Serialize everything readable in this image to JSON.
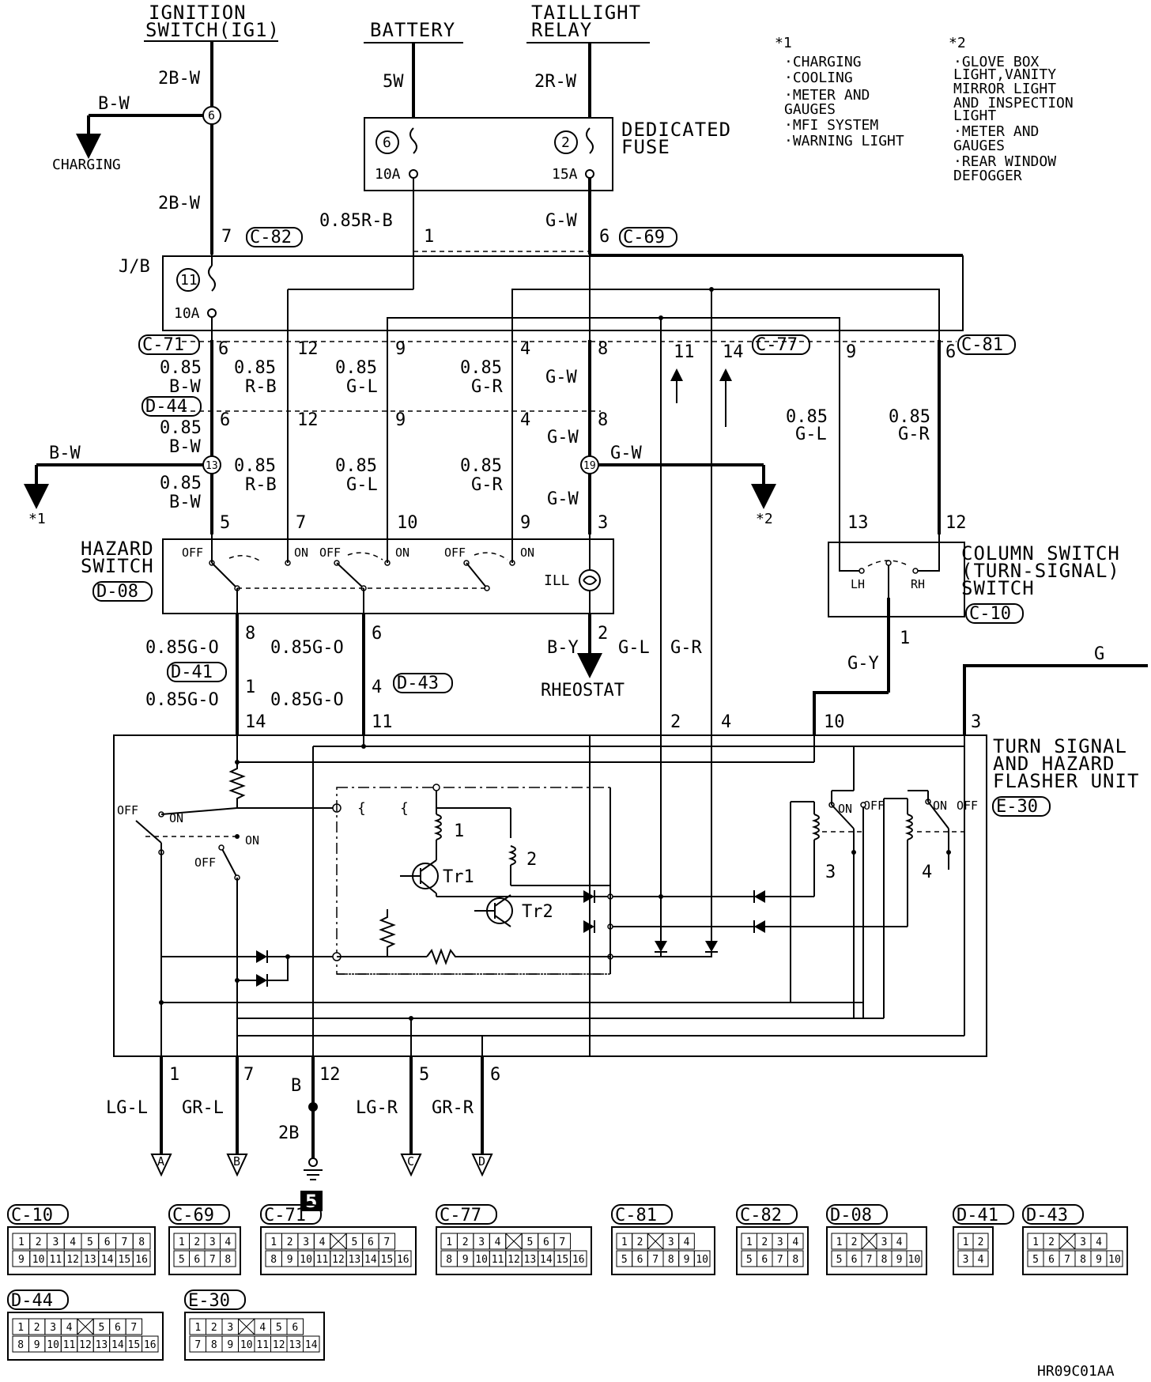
{
  "sources": {
    "ignition": {
      "line1": "IGNITION",
      "line2": "SWITCH(IG1)"
    },
    "battery": "BATTERY",
    "taillight": {
      "line1": "TAILLIGHT",
      "line2": "RELAY"
    }
  },
  "notes": {
    "n1": {
      "mark": "*1",
      "items": [
        "·CHARGING",
        "·COOLING",
        "·METER AND",
        " GAUGES",
        "·MFI SYSTEM",
        "·WARNING LIGHT"
      ]
    },
    "n2": {
      "mark": "*2",
      "items": [
        "·GLOVE BOX",
        " LIGHT,VANITY",
        " MIRROR LIGHT",
        " AND INSPECTION",
        " LIGHT",
        "·METER AND",
        " GAUGES",
        "·REAR WINDOW",
        " DEFOGGER"
      ]
    }
  },
  "fuse": {
    "title1": "DEDICATED",
    "title2": "FUSE",
    "f1_num": "6",
    "f1_amp": "10A",
    "f2_num": "2",
    "f2_amp": "15A"
  },
  "wires": {
    "w_2bw_a": "2B-W",
    "w_bw_top": "B-W",
    "charging": "CHARGING",
    "w_2bw_b": "2B-W",
    "w_5w": "5W",
    "w_085rb": "0.85R-B",
    "w_2rw": "2R-W",
    "w_gw_top": "G-W",
    "jb_pin7": "7",
    "jb_pin1": "1",
    "jb_pin6": "6",
    "jb": "J/B",
    "jb_fuse_num": "11",
    "jb_fuse_amp": "10A"
  },
  "connectors": {
    "c82": "C-82",
    "c69": "C-69",
    "c71": "C-71",
    "c77": "C-77",
    "c81": "C-81",
    "d44": "D-44",
    "d08": "D-08",
    "d41": "D-41",
    "d43": "D-43",
    "c10": "C-10",
    "e30": "E-30"
  },
  "row1": {
    "p6": "6",
    "p12": "12",
    "p9": "9",
    "p4": "4",
    "p8": "8",
    "p11": "11",
    "p14": "14",
    "p9b": "9",
    "p6b": "6",
    "g1a": "0.85",
    "g1b": "B-W",
    "g2a": "0.85",
    "g2b": "R-B",
    "g3a": "0.85",
    "g3b": "G-L",
    "g4a": "0.85",
    "g4b": "G-R",
    "g5": "G-W",
    "g6a": "0.85",
    "g6b": "G-L",
    "g7a": "0.85",
    "g7b": "G-R"
  },
  "row2": {
    "p6": "6",
    "p12": "12",
    "p9": "9",
    "p4": "4",
    "p8": "8",
    "g1a": "0.85",
    "g1b": "B-W",
    "gw": "G-W",
    "bw_left": "B-W",
    "gw_right": "G-W",
    "j13": "13",
    "j19": "19",
    "g2a": "0.85",
    "g2b": "R-B",
    "g3a": "0.85",
    "g3b": "G-L",
    "g4a": "0.85",
    "g4b": "G-R",
    "g1c": "0.85",
    "g1d": "B-W",
    "gw2": "G-W",
    "star1": "*1",
    "star2": "*2"
  },
  "hazard": {
    "title1": "HAZARD",
    "title2": "SWITCH",
    "p5": "5",
    "p7": "7",
    "p10": "10",
    "p9": "9",
    "p3": "3",
    "off1": "OFF",
    "on1": "ON",
    "off2": "OFF",
    "on2": "ON",
    "off3": "OFF",
    "on3": "ON",
    "ill": "ILL",
    "p8": "8",
    "p6": "6",
    "p2": "2"
  },
  "column": {
    "title1": "COLUMN SWITCH",
    "title2": "(TURN-SIGNAL)",
    "title3": "SWITCH",
    "p13": "13",
    "p12": "12",
    "lh": "LH",
    "rh": "RH",
    "p1": "1",
    "gy": "G-Y",
    "g": "G"
  },
  "mid": {
    "w1": "0.85G-O",
    "w2": "0.85G-O",
    "w3": "0.85G-O",
    "w4": "0.85G-O",
    "p1": "1",
    "p4": "4",
    "p14": "14",
    "p11": "11",
    "by": "B-Y",
    "rheostat": "RHEOSTAT",
    "gl": "G-L",
    "gr": "G-R",
    "e2": "2",
    "e4": "4",
    "e10": "10",
    "e3": "3"
  },
  "flasher": {
    "title1": "TURN SIGNAL",
    "title2": "AND HAZARD",
    "title3": "FLASHER UNIT",
    "coil1": "1",
    "coil2": "2",
    "tr1": "Tr1",
    "tr2": "Tr2",
    "coil3": "3",
    "coil4": "4",
    "off_a": "OFF",
    "on_a": "ON",
    "on_b": "ON",
    "off_b": "OFF",
    "on_c": "ON",
    "off_c": "OFF",
    "on_d": "ON",
    "off_d": "OFF"
  },
  "outputs": {
    "p1": "1",
    "p7": "7",
    "p12": "12",
    "p5": "5",
    "p6": "6",
    "lgl": "LG-L",
    "grl": "GR-L",
    "b": "B",
    "lgr": "LG-R",
    "grr": "GR-R",
    "b2": "2B",
    "ta": "A",
    "tb": "B",
    "tc": "C",
    "td": "D",
    "ground": "5"
  },
  "legend": [
    {
      "name": "C-10",
      "rows": [
        [
          "1",
          "2",
          "3",
          "4",
          "5",
          "6",
          "7",
          "8"
        ],
        [
          "9",
          "10",
          "11",
          "12",
          "13",
          "14",
          "15",
          "16"
        ]
      ]
    },
    {
      "name": "C-69",
      "rows": [
        [
          "1",
          "2",
          "3",
          "4"
        ],
        [
          "5",
          "6",
          "7",
          "8"
        ]
      ]
    },
    {
      "name": "C-71",
      "rows": [
        [
          "1",
          "2",
          "3",
          "4",
          "",
          "5",
          "6",
          "7"
        ],
        [
          "8",
          "9",
          "10",
          "11",
          "12",
          "13",
          "14",
          "15",
          "16"
        ]
      ]
    },
    {
      "name": "C-77",
      "rows": [
        [
          "1",
          "2",
          "3",
          "4",
          "",
          "5",
          "6",
          "7"
        ],
        [
          "8",
          "9",
          "10",
          "11",
          "12",
          "13",
          "14",
          "15",
          "16"
        ]
      ]
    },
    {
      "name": "C-81",
      "rows": [
        [
          "1",
          "2",
          "",
          "3",
          "4"
        ],
        [
          "5",
          "6",
          "7",
          "8",
          "9",
          "10"
        ]
      ]
    },
    {
      "name": "C-82",
      "rows": [
        [
          "1",
          "2",
          "3",
          "4"
        ],
        [
          "5",
          "6",
          "7",
          "8"
        ]
      ]
    },
    {
      "name": "D-08",
      "rows": [
        [
          "1",
          "2",
          "",
          "3",
          "4"
        ],
        [
          "5",
          "6",
          "7",
          "8",
          "9",
          "10"
        ]
      ]
    },
    {
      "name": "D-41",
      "rows": [
        [
          "1",
          "2"
        ],
        [
          "3",
          "4"
        ]
      ]
    },
    {
      "name": "D-43",
      "rows": [
        [
          "1",
          "2",
          "",
          "3",
          "4"
        ],
        [
          "5",
          "6",
          "7",
          "8",
          "9",
          "10"
        ]
      ]
    },
    {
      "name": "D-44",
      "rows": [
        [
          "1",
          "2",
          "3",
          "4",
          "",
          "5",
          "6",
          "7"
        ],
        [
          "8",
          "9",
          "10",
          "11",
          "12",
          "13",
          "14",
          "15",
          "16"
        ]
      ]
    },
    {
      "name": "E-30",
      "rows": [
        [
          "1",
          "2",
          "3",
          "",
          "4",
          "5",
          "6"
        ],
        [
          "7",
          "8",
          "9",
          "10",
          "11",
          "12",
          "13",
          "14"
        ]
      ]
    }
  ],
  "code": "HR09C01AA"
}
